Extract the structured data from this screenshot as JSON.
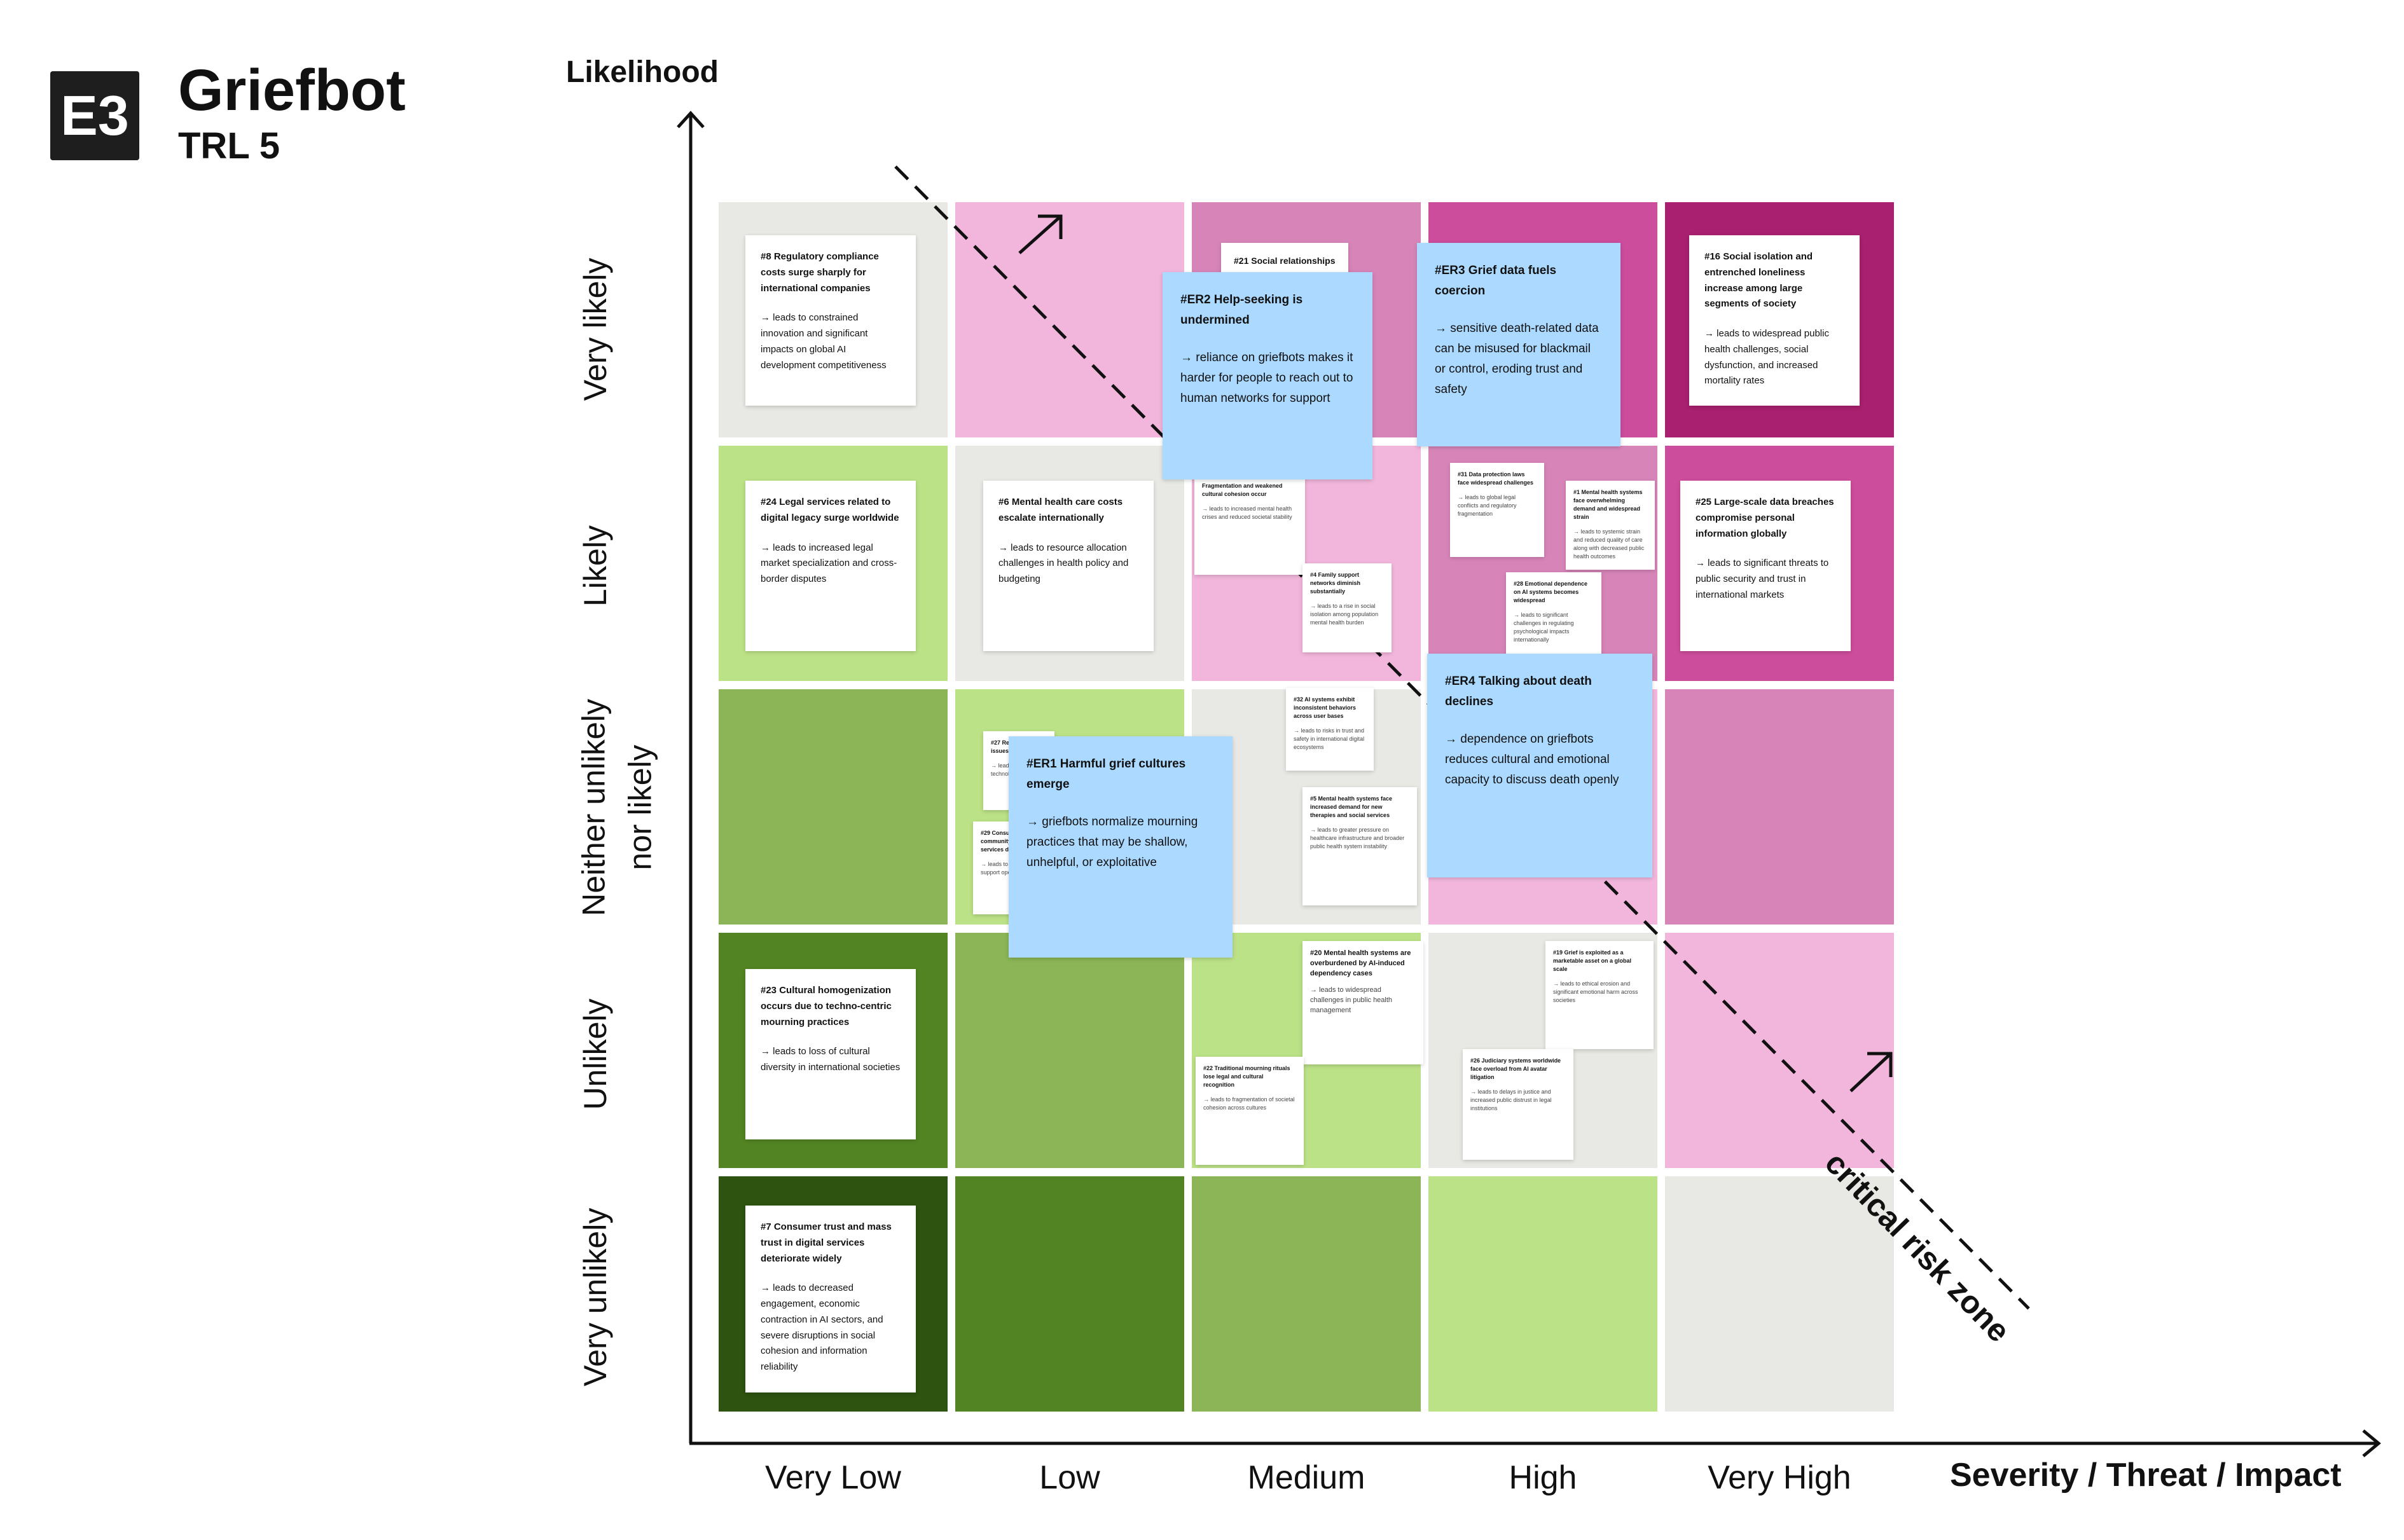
{
  "header": {
    "badge": "E3",
    "title": "Griefbot",
    "subtitle": "TRL 5"
  },
  "axes": {
    "y_label": "Likelihood",
    "x_label": "Severity / Threat  / Impact",
    "x_ticks": [
      "Very Low",
      "Low",
      "Medium",
      "High",
      "Very High"
    ],
    "y_ticks": [
      {
        "label": "Very likely"
      },
      {
        "label": "Likely"
      },
      {
        "label": "Neither unlikely\nnor likely"
      },
      {
        "label": "Unlikely"
      },
      {
        "label": "Very unlikely"
      }
    ]
  },
  "zone_label": "critical risk zone",
  "colors": {
    "grid_rows": [
      [
        "#e8e8e4",
        "#f2b6dc",
        "#d785b9",
        "#cc4d9c",
        "#a8206f"
      ],
      [
        "#bce287",
        "#e8e8e4",
        "#f2b6dc",
        "#d785b9",
        "#cc4d9c"
      ],
      [
        "#8bb556",
        "#bce287",
        "#e8e8e4",
        "#f2b6dc",
        "#d785b9"
      ],
      [
        "#528423",
        "#8bb556",
        "#bce287",
        "#e8e8e4",
        "#f2b6dc"
      ],
      [
        "#2e5210",
        "#528423",
        "#8bb556",
        "#bce287",
        "#e8e8e4"
      ]
    ],
    "emerging_note": "#abd9ff",
    "note": "#ffffff"
  },
  "notes": {
    "n8": {
      "title": "#8 Regulatory compliance costs surge sharply for international companies",
      "desc": "→ leads to constrained innovation and significant impacts on global AI development competitiveness"
    },
    "n16": {
      "title": "#16 Social isolation and entrenched loneliness increase among large segments of society",
      "desc": "→ leads to widespread public health challenges, social dysfunction, and increased mortality rates"
    },
    "n21": {
      "title": "#21 Social relationships",
      "desc": ""
    },
    "n24": {
      "title": "#24 Legal services related to digital legacy surge worldwide",
      "desc": "→ leads to increased legal market specialization and cross-border disputes"
    },
    "n6": {
      "title": "#6 Mental health care costs escalate internationally",
      "desc": "→ leads to resource allocation challenges in health policy and budgeting"
    },
    "n9": {
      "title": "Fragmentation and weakened cultural cohesion occur",
      "desc": "→ leads to increased mental health crises and reduced societal stability"
    },
    "n4": {
      "title": "#4 Family support networks diminish substantially",
      "desc": "→ leads to a rise in social isolation among population mental health burden"
    },
    "n31": {
      "title": "#31 Data protection laws face widespread challenges",
      "desc": "→ leads to global legal conflicts and regulatory fragmentation"
    },
    "n1": {
      "title": "#1 Mental health systems face overwhelming demand and widespread strain",
      "desc": "→ leads to systemic strain and reduced quality of care along with decreased public health outcomes"
    },
    "n28": {
      "title": "#28 Emotional dependence on AI systems becomes widespread",
      "desc": "→ leads to significant challenges in regulating psychological impacts internationally"
    },
    "n25": {
      "title": "#25 Large-scale data breaches compromise personal information globally",
      "desc": "→ leads to significant threats to public security and trust in international markets"
    },
    "n32": {
      "title": "#32 AI systems exhibit inconsistent behaviors across user bases",
      "desc": "→ leads to risks in trust and safety in international digital ecosystems"
    },
    "n5": {
      "title": "#5 Mental health systems face increased demand for new therapies and social services",
      "desc": "→ leads to greater pressure on healthcare infrastructure and broader public health system instability"
    },
    "n27": {
      "title": "#27 Regulatory issues arise",
      "desc": "→ leads to technology…"
    },
    "n29": {
      "title": "#29 Consumer community health services disruption",
      "desc": "→ leads to social support operations…"
    },
    "n23": {
      "title": "#23 Cultural homogenization occurs due to techno-centric mourning practices",
      "desc": "→ leads to loss of cultural diversity in international societies"
    },
    "n20": {
      "title": "#20 Mental health systems are overburdened by AI-induced dependency cases",
      "desc": "→ leads to widespread challenges in public health management"
    },
    "n19": {
      "title": "#19 Grief is exploited as a marketable asset on a global scale",
      "desc": "→ leads to ethical erosion and significant emotional harm across societies"
    },
    "n22": {
      "title": "#22 Traditional mourning rituals lose legal and cultural recognition",
      "desc": "→ leads to fragmentation of societal cohesion across cultures"
    },
    "n26": {
      "title": "#26 Judiciary systems worldwide face overload from AI avatar litigation",
      "desc": "→ leads to delays in justice and increased public distrust in legal institutions"
    },
    "n7": {
      "title": "#7 Consumer trust and mass trust in digital services deteriorate widely",
      "desc": "→ leads to decreased engagement, economic contraction in AI sectors, and severe disruptions in social cohesion and information reliability"
    },
    "er1": {
      "title": "#ER1 Harmful grief cultures emerge",
      "desc": "→ griefbots normalize mourning practices that may be shallow, unhelpful, or exploitative"
    },
    "er2": {
      "title": "#ER2 Help-seeking is undermined",
      "desc": "→ reliance on griefbots makes it harder for people to reach out to human networks for support"
    },
    "er3": {
      "title": "#ER3 Grief data fuels coercion",
      "desc": "→ sensitive death-related data can be misused for blackmail or control, eroding trust and safety"
    },
    "er4": {
      "title": "#ER4 Talking about death declines",
      "desc": "→ dependence on griefbots reduces cultural and emotional capacity to discuss death openly"
    }
  }
}
